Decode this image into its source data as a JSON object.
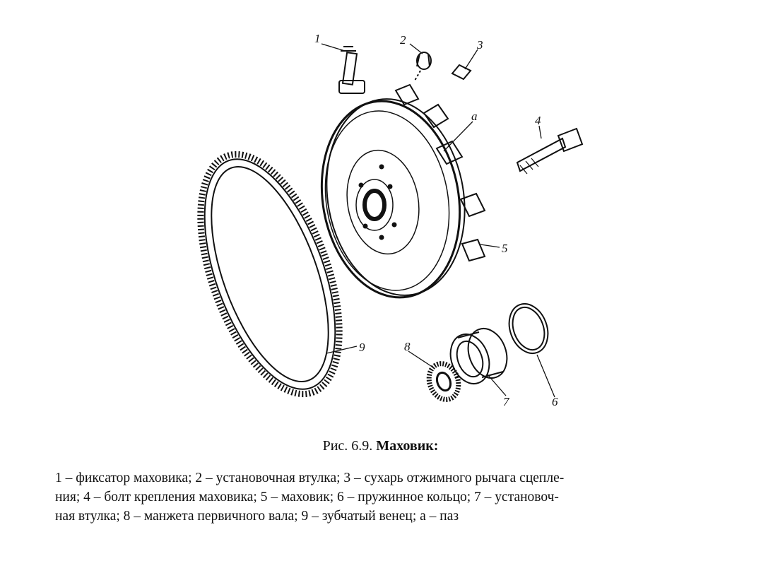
{
  "figure": {
    "labels": {
      "l1": "1",
      "l2": "2",
      "l3": "3",
      "l4": "4",
      "l5": "5",
      "l6": "6",
      "l7": "7",
      "l8": "8",
      "l9": "9",
      "la": "a"
    }
  },
  "caption": {
    "prefix": "Рис. 6.9.",
    "title": "Маховик:"
  },
  "legend": {
    "line1": "1 – фиксатор маховика; 2 – установочная втулка; 3 – сухарь отжимного рычага сцепле-",
    "line2": "ния; 4 – болт крепления маховика; 5 – маховик; 6 – пружинное кольцо; 7 – установоч-",
    "line3": "ная втулка; 8 – манжета первичного вала; 9 – зубчатый венец; а – паз"
  }
}
